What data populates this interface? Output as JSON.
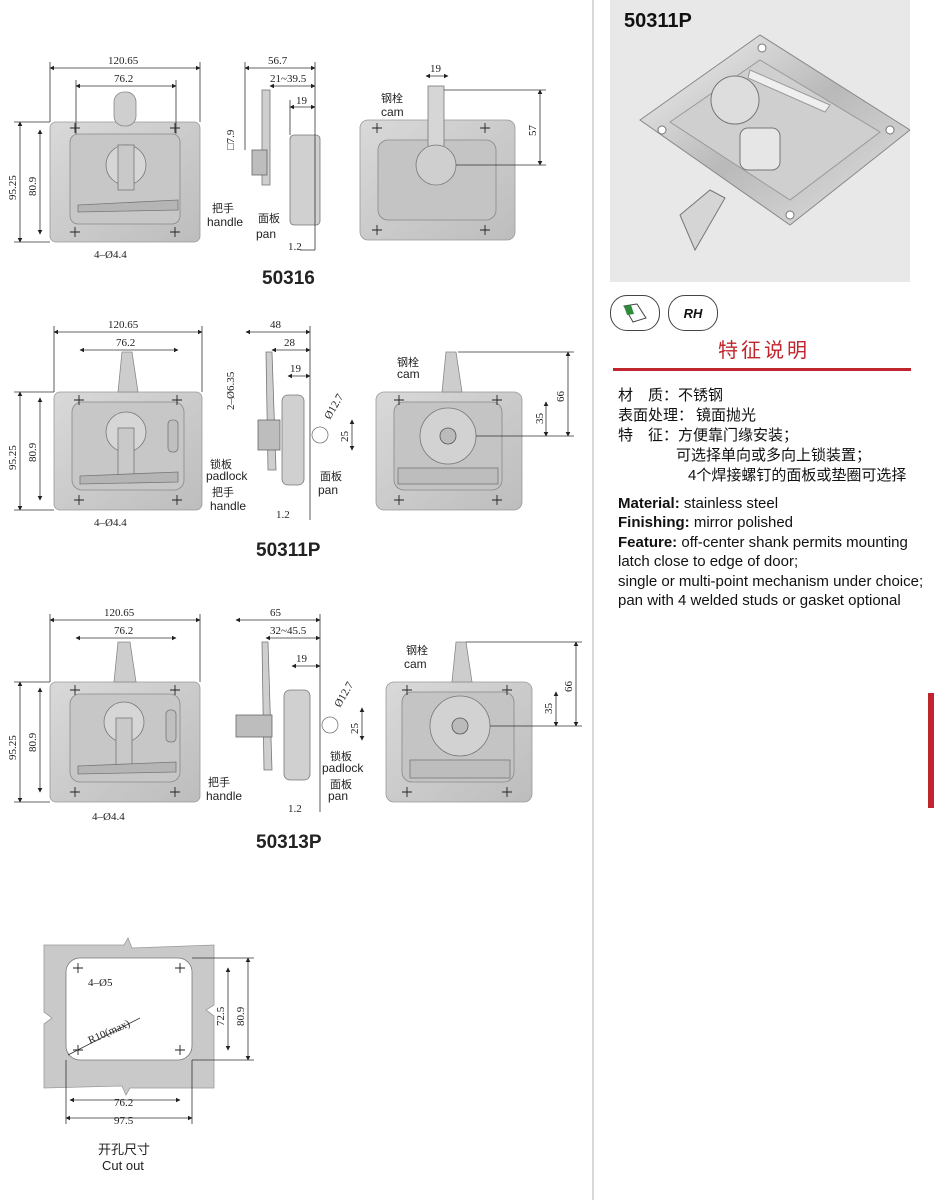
{
  "drawings": {
    "d1": {
      "model": "50316",
      "dim_width": "120.65",
      "dim_inner": "76.2",
      "dim_h1": "95.25",
      "dim_h2": "80.9",
      "holes": "4–Ø4.4",
      "handle_cn": "把手",
      "handle_en": "handle",
      "pan_cn": "面板",
      "pan_en": "pan",
      "side_w": "56.7",
      "side_range": "21~39.5",
      "side_19": "19",
      "side_sq": "□7.9",
      "side_t": "1.2",
      "back_w": "19",
      "back_h": "57",
      "cam_cn": "钢栓",
      "cam_en": "cam"
    },
    "d2": {
      "model": "50311P",
      "dim_width": "120.65",
      "dim_inner": "76.2",
      "dim_h1": "95.25",
      "dim_h2": "80.9",
      "holes": "4–Ø4.4",
      "padlock_cn": "锁板",
      "padlock_en": "padlock",
      "handle_cn": "把手",
      "handle_en": "handle",
      "pan_cn": "面板",
      "pan_en": "pan",
      "side_w": "48",
      "side_28": "28",
      "side_19": "19",
      "side_dia": "2–Ø6.35",
      "side_127": "Ø12.7",
      "side_25": "25",
      "side_t": "1.2",
      "back_66": "66",
      "back_35": "35",
      "cam_cn": "钢栓",
      "cam_en": "cam"
    },
    "d3": {
      "model": "50313P",
      "dim_width": "120.65",
      "dim_inner": "76.2",
      "dim_h1": "95.25",
      "dim_h2": "80.9",
      "holes": "4–Ø4.4",
      "handle_cn": "把手",
      "handle_en": "handle",
      "padlock_cn": "锁板",
      "padlock_en": "padlock",
      "pan_cn": "面板",
      "pan_en": "pan",
      "side_w": "65",
      "side_range": "32~45.5",
      "side_19": "19",
      "side_127": "Ø12.7",
      "side_25": "25",
      "side_t": "1.2",
      "back_66": "66",
      "back_35": "35",
      "cam_cn": "钢栓",
      "cam_en": "cam"
    },
    "cutout": {
      "holes": "4–Ø5",
      "radius": "R10(max)",
      "h1": "72.5",
      "h2": "80.9",
      "w1": "76.2",
      "w2": "97.5",
      "label_cn": "开孔尺寸",
      "label_en": "Cut out"
    }
  },
  "product": {
    "title": "50311P",
    "icon_rh": "RH",
    "icon_mirror": "mirror-finish-icon"
  },
  "features": {
    "heading": "特征说明",
    "material_k": "材　质：",
    "material_v": "不锈钢",
    "finish_k": "表面处理：",
    "finish_v": "镜面抛光",
    "feature_k": "特　征：",
    "feature_v1": "方便靠门缘安装；",
    "feature_v2": "可选择单向或多向上锁装置；",
    "feature_v3": "4个焊接螺钉的面板或垫圈可选择"
  },
  "english": {
    "material_k": "Material:",
    "material_v": " stainless steel",
    "finish_k": "Finishing:",
    "finish_v": " mirror polished",
    "feature_k": "Feature:",
    "feature_v": " off-center shank permits mounting latch close to edge of door;",
    "line2": "single or multi-point mechanism under choice;",
    "line3": "pan with 4 welded studs or gasket optional"
  },
  "colors": {
    "accent_red": "#c0252d",
    "metal": "#cfcfcf",
    "metal_dark": "#a9a9a9"
  }
}
